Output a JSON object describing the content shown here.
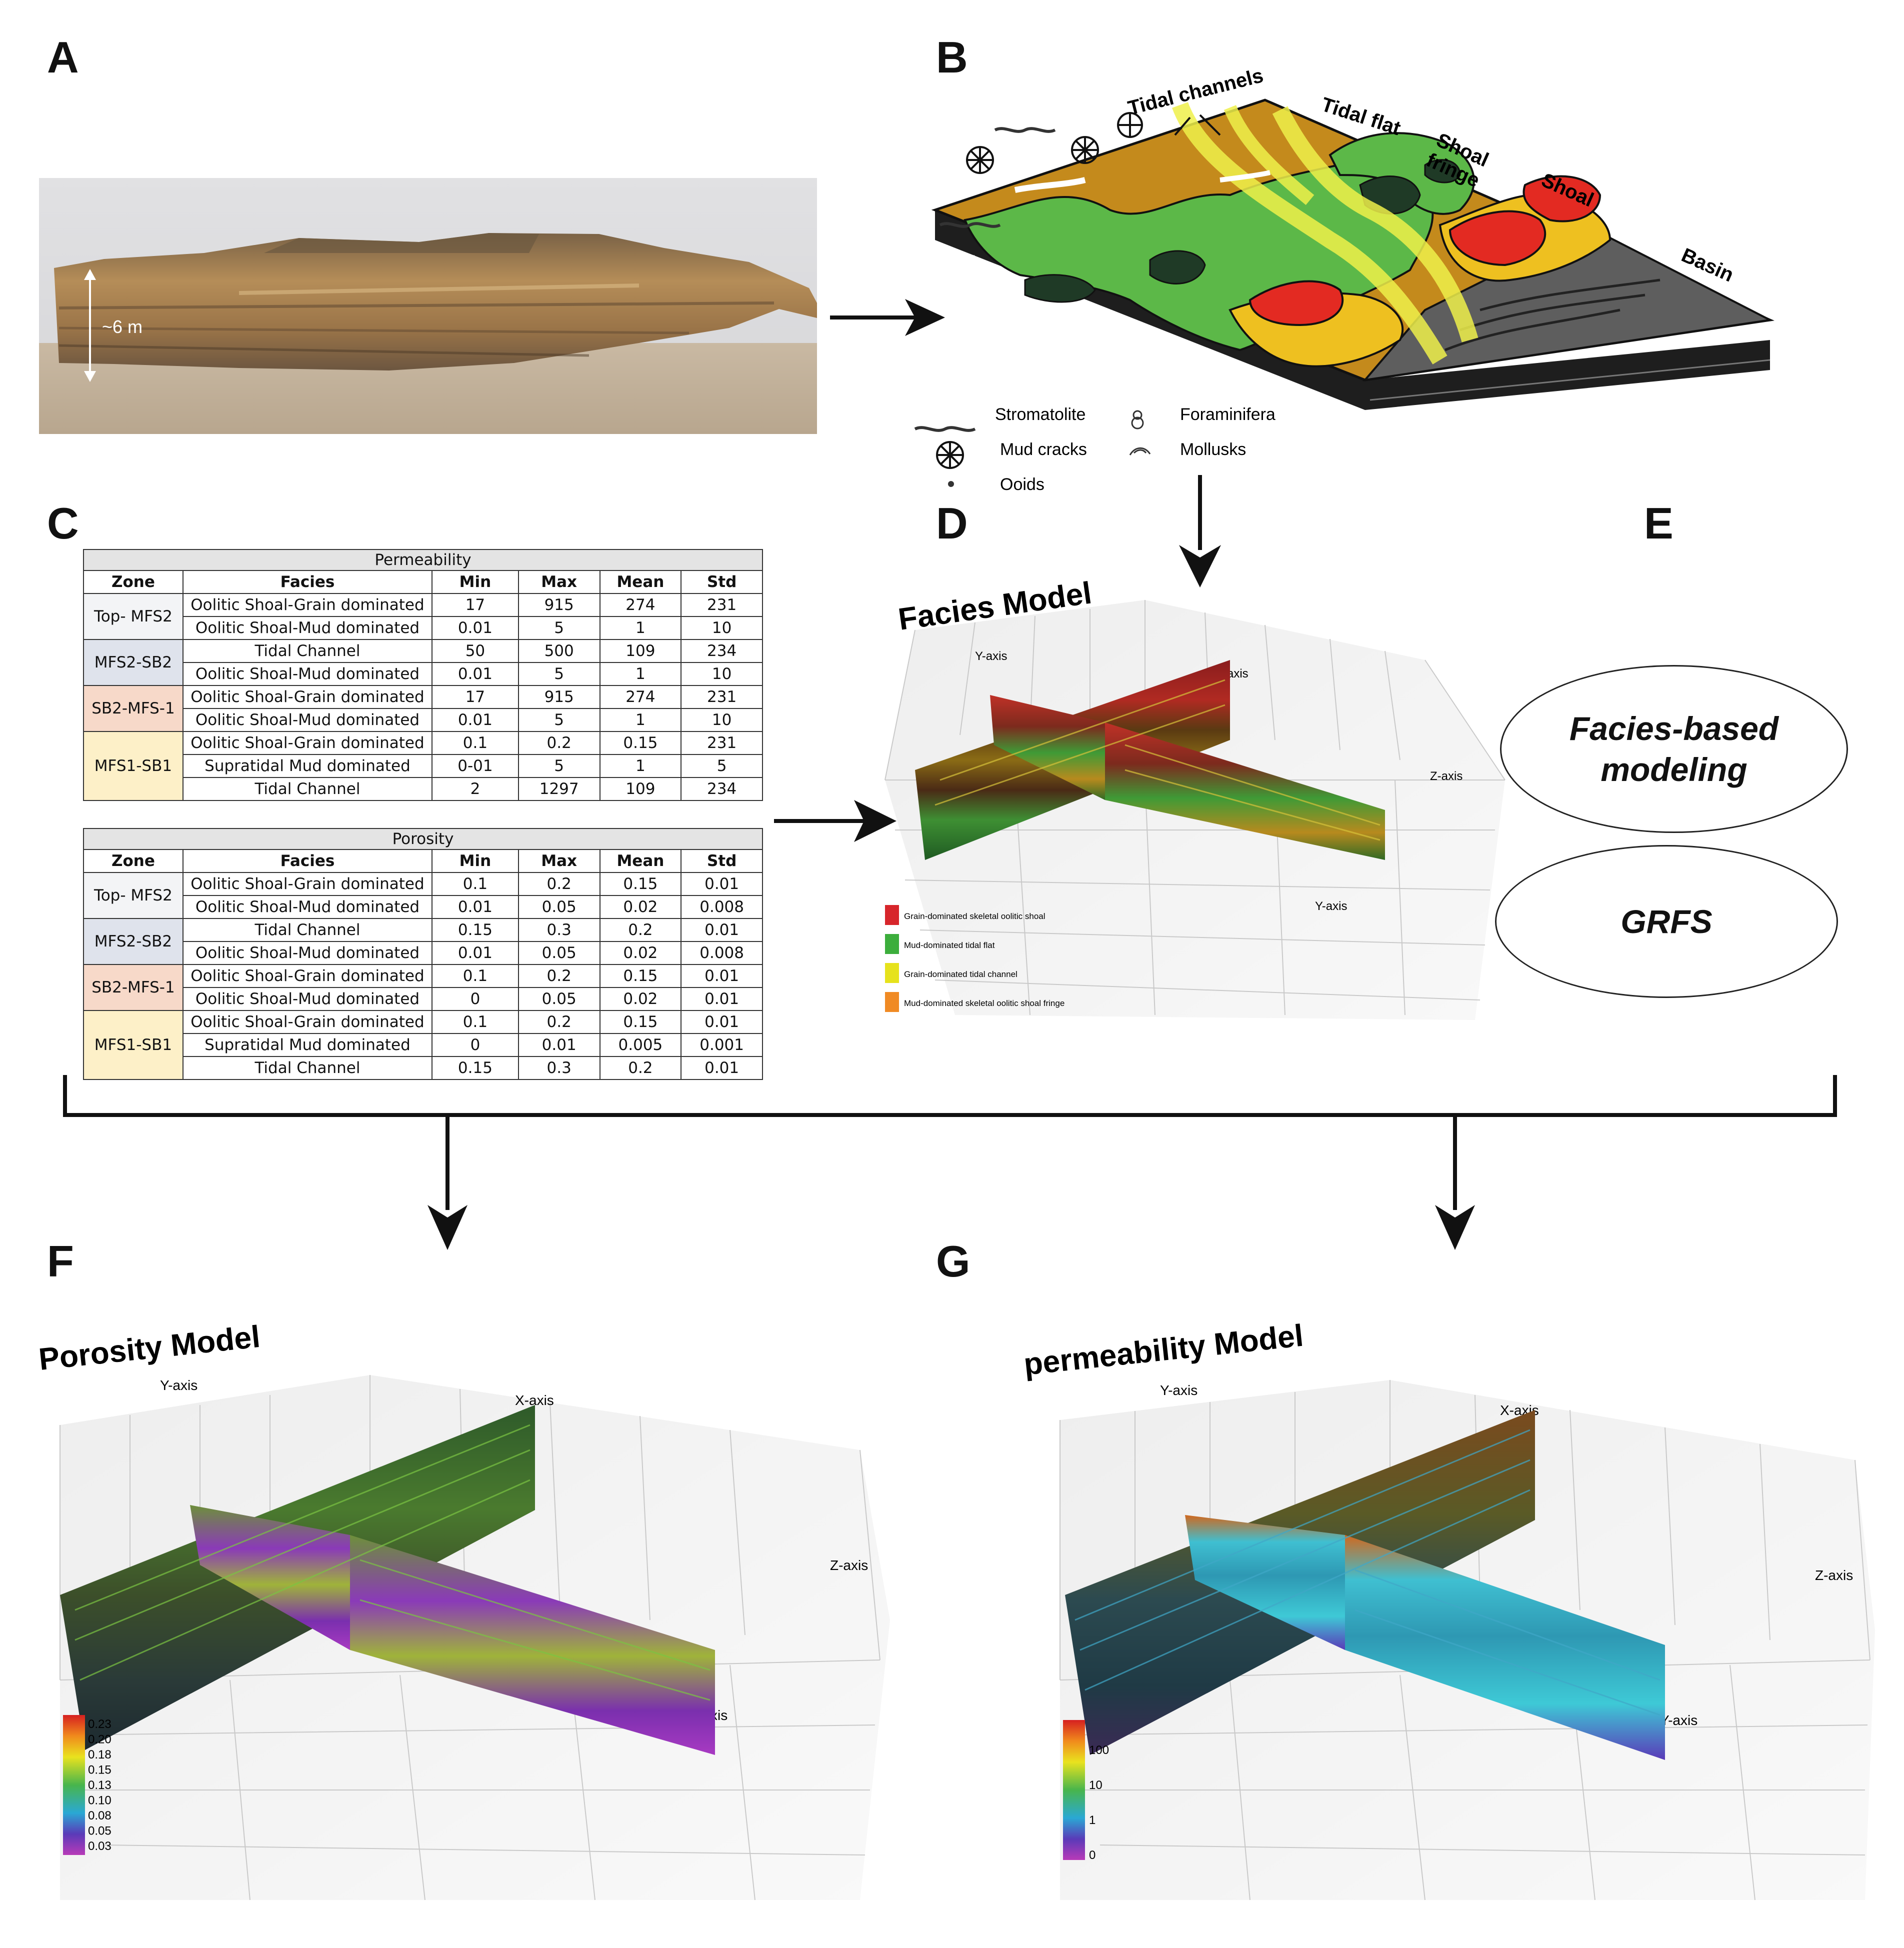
{
  "panels": {
    "a": "A",
    "b": "B",
    "c": "C",
    "d": "D",
    "e": "E",
    "f": "F",
    "g": "G"
  },
  "photo": {
    "scale_label": "~6 m"
  },
  "block_diagram": {
    "labels": {
      "tidal_channels": "Tidal channels",
      "tidal_flat": "Tidal flat",
      "shoal_fringe_1": "Shoal",
      "shoal_fringe_2": "fringe",
      "shoal": "Shoal",
      "basin": "Basin"
    },
    "legend": {
      "stromatolite": "Stromatolite",
      "mud_cracks": "Mud cracks",
      "ooids": "Ooids",
      "foraminifera": "Foraminifera",
      "mollusks": "Mollusks"
    },
    "colors": {
      "tidal_flat": "#c48a1c",
      "mud_flat": "#5cb848",
      "shoal": "#e32a22",
      "fringe": "#eec020",
      "basin": "#5e5e5e",
      "channel": "#eef04a",
      "stromatolite_patch": "#1f3a26"
    }
  },
  "permeability_table": {
    "title": "Permeability",
    "headers": [
      "Zone",
      "Facies",
      "Min",
      "Max",
      "Mean",
      "Std"
    ],
    "zones": [
      {
        "zone": "Top- MFS2",
        "rows": [
          [
            "Oolitic Shoal-Grain dominated",
            "17",
            "915",
            "274",
            "231"
          ],
          [
            "Oolitic Shoal-Mud dominated",
            "0.01",
            "5",
            "1",
            "10"
          ]
        ]
      },
      {
        "zone": "MFS2-SB2",
        "rows": [
          [
            "Tidal Channel",
            "50",
            "500",
            "109",
            "234"
          ],
          [
            "Oolitic Shoal-Mud dominated",
            "0.01",
            "5",
            "1",
            "10"
          ]
        ]
      },
      {
        "zone": "SB2-MFS-1",
        "rows": [
          [
            "Oolitic Shoal-Grain dominated",
            "17",
            "915",
            "274",
            "231"
          ],
          [
            "Oolitic Shoal-Mud dominated",
            "0.01",
            "5",
            "1",
            "10"
          ]
        ]
      },
      {
        "zone": "MFS1-SB1",
        "rows": [
          [
            "Oolitic Shoal-Grain dominated",
            "0.1",
            "0.2",
            "0.15",
            "231"
          ],
          [
            "Supratidal Mud dominated",
            "0-01",
            "5",
            "1",
            "5"
          ],
          [
            "Tidal Channel",
            "2",
            "1297",
            "109",
            "234"
          ]
        ]
      }
    ]
  },
  "porosity_table": {
    "title": "Porosity",
    "headers": [
      "Zone",
      "Facies",
      "Min",
      "Max",
      "Mean",
      "Std"
    ],
    "zones": [
      {
        "zone": "Top- MFS2",
        "rows": [
          [
            "Oolitic Shoal-Grain dominated",
            "0.1",
            "0.2",
            "0.15",
            "0.01"
          ],
          [
            "Oolitic Shoal-Mud dominated",
            "0.01",
            "0.05",
            "0.02",
            "0.008"
          ]
        ]
      },
      {
        "zone": "MFS2-SB2",
        "rows": [
          [
            "Tidal Channel",
            "0.15",
            "0.3",
            "0.2",
            "0.01"
          ],
          [
            "Oolitic Shoal-Mud dominated",
            "0.01",
            "0.05",
            "0.02",
            "0.008"
          ]
        ]
      },
      {
        "zone": "SB2-MFS-1",
        "rows": [
          [
            "Oolitic Shoal-Grain dominated",
            "0.1",
            "0.2",
            "0.15",
            "0.01"
          ],
          [
            "Oolitic Shoal-Mud dominated",
            "0",
            "0.05",
            "0.02",
            "0.01"
          ]
        ]
      },
      {
        "zone": "MFS1-SB1",
        "rows": [
          [
            "Oolitic Shoal-Grain dominated",
            "0.1",
            "0.2",
            "0.15",
            "0.01"
          ],
          [
            "Supratidal Mud dominated",
            "0",
            "0.01",
            "0.005",
            "0.001"
          ],
          [
            "Tidal Channel",
            "0.15",
            "0.3",
            "0.2",
            "0.01"
          ]
        ]
      }
    ]
  },
  "facies_model": {
    "title": "Facies Model",
    "axes": {
      "y": "Y-axis",
      "x": "X-axis",
      "z": "Z-axis",
      "y2": "Y-axis"
    },
    "legend": [
      {
        "label": "Grain-dominated skeletal oolitic shoal",
        "color": "#d7262b"
      },
      {
        "label": "Mud-dominated tidal flat",
        "color": "#3cae3c"
      },
      {
        "label": "Grain-dominated tidal channel",
        "color": "#e6e21c"
      },
      {
        "label": "Mud-dominated skeletal oolitic shoal fringe",
        "color": "#f08a24"
      }
    ]
  },
  "methods": {
    "method1_line1": "Facies-based",
    "method1_line2": "modeling",
    "method2": "GRFS"
  },
  "porosity_model": {
    "title": "Porosity Model",
    "axes": {
      "y": "Y-axis",
      "x": "X-axis",
      "z": "Z-axis",
      "y2": "Y-axis"
    },
    "colorbar_ticks": [
      "0.23",
      "0.20",
      "0.18",
      "0.15",
      "0.13",
      "0.10",
      "0.08",
      "0.05",
      "0.03"
    ]
  },
  "permeability_model": {
    "title": "permeability Model",
    "axes": {
      "y": "Y-axis",
      "x": "X-axis",
      "z": "Z-axis",
      "y2": "Y-axis"
    },
    "colorbar_ticks": [
      "100",
      "10",
      "1",
      "0"
    ]
  }
}
